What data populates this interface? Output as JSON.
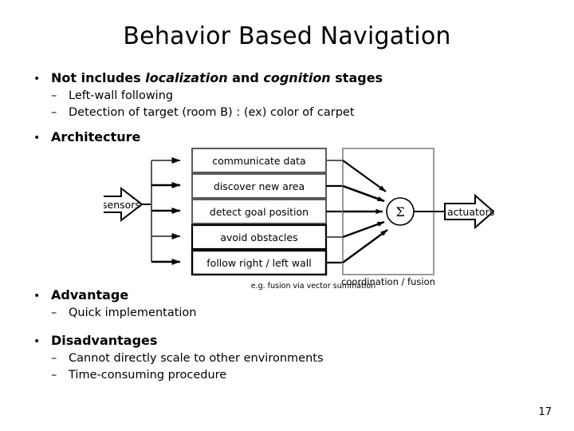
{
  "slide": {
    "title": "Behavior Based Navigation",
    "page_number": "17"
  },
  "outline": {
    "bullet_marker": "•",
    "dash_marker": "–",
    "items": [
      {
        "level1": "Not includes localization and cognition stages",
        "level1_parts": {
          "a": "Not includes ",
          "b_italic": "localization",
          "c": " and ",
          "d_italic": "cognition",
          "e": " stages"
        },
        "subitems": [
          "Left-wall following",
          "Detection of target (room B)  : (ex) color of carpet"
        ]
      },
      {
        "level1": "Architecture",
        "subitems": []
      },
      {
        "level1": "Advantage",
        "subitems": [
          "Quick implementation"
        ]
      },
      {
        "level1": "Disadvantages",
        "subitems": [
          "Cannot directly scale to other environments",
          "Time-consuming procedure"
        ]
      }
    ]
  },
  "diagram": {
    "input_label": "sensors",
    "output_label": "actuators",
    "behaviors": [
      "communicate data",
      "discover new area",
      "detect goal position",
      "avoid obstacles",
      "follow right / left wall"
    ],
    "fusion": {
      "node_symbol": "Σ",
      "caption": "coordination / fusion",
      "subcaption": "e.g. fusion via vector summation"
    },
    "colors": {
      "stroke": "#000000",
      "box_fill": "#ffffff",
      "fusion_box_stroke": "#808080",
      "bus_stroke": "#595959"
    }
  }
}
